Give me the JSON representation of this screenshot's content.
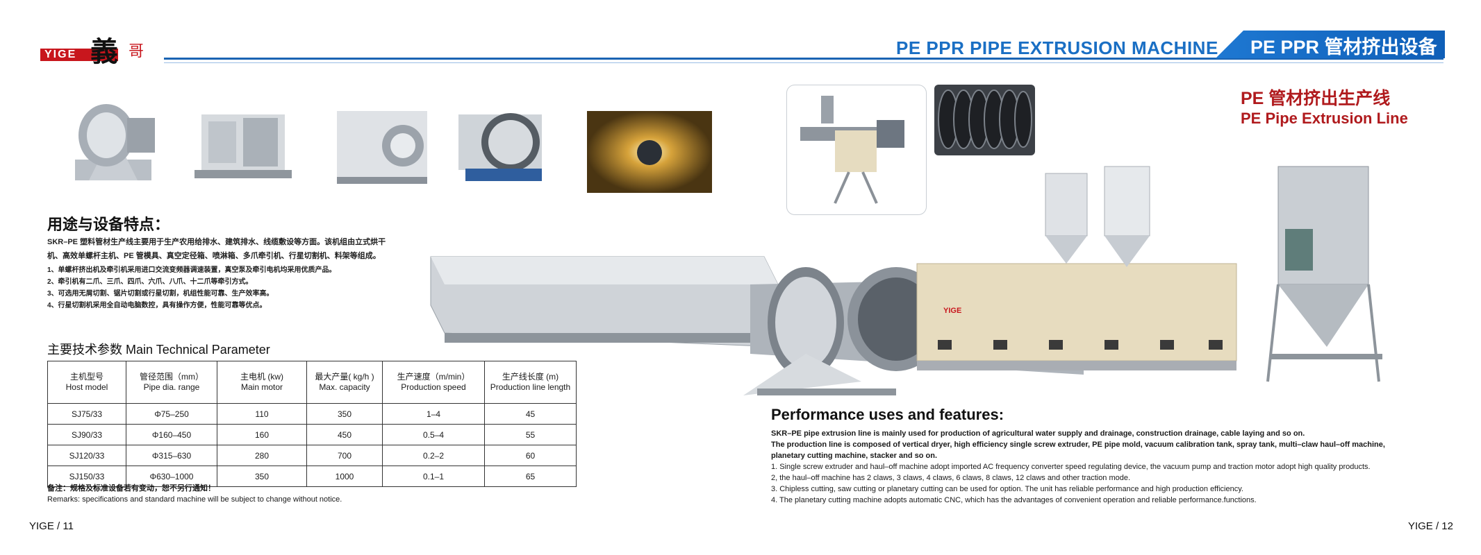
{
  "header": {
    "logo_text": "YIGE",
    "logo_callig": "義",
    "logo_callig2": "哥",
    "title_en": "PE PPR PIPE EXTRUSION MACHINE",
    "title_cn": "PE PPR 管材挤出设备"
  },
  "product": {
    "name_cn": "PE 管材挤出生产线",
    "name_en": "PE Pipe Extrusion Line",
    "machine_brand": "YIGE"
  },
  "features_cn": {
    "title": "用途与设备特点：",
    "para1": "SKR–PE 塑料管材生产线主要用于生产农用给排水、建筑排水、线缆敷设等方面。该机组由立式烘干",
    "para2": "机、高效单螺杆主机、PE 管模具、真空定径箱、喷淋箱、多爪牵引机、行星切割机、料架等组成。",
    "items": [
      "1、单螺杆挤出机及牵引机采用进口交流变频器调速装置，真空泵及牵引电机均采用优质产品。",
      "2、牵引机有二爪、三爪、四爪、六爪、八爪、十二爪等牵引方式。",
      "3、可选用无屑切割、锯片切割或行星切割，机组性能可靠、生产效率高。",
      "4、行星切割机采用全自动电脑数控，具有操作方便，性能可靠等优点。"
    ]
  },
  "params": {
    "title": "主要技术参数 Main Technical Parameter",
    "headers": [
      [
        "主机型号",
        "Host model"
      ],
      [
        "管径范围（mm）",
        "Pipe dia. range"
      ],
      [
        "主电机 (kw)",
        "Main motor"
      ],
      [
        "最大产量( kg/h )",
        "Max. capacity"
      ],
      [
        "生产速度（m/min）",
        "Production speed"
      ],
      [
        "生产线长度 (m)",
        "Production line length"
      ]
    ],
    "rows": [
      [
        "SJ75/33",
        "Φ75–250",
        "110",
        "350",
        "1–4",
        "45"
      ],
      [
        "SJ90/33",
        "Φ160–450",
        "160",
        "450",
        "0.5–4",
        "55"
      ],
      [
        "SJ120/33",
        "Φ315–630",
        "280",
        "700",
        "0.2–2",
        "60"
      ],
      [
        "SJ150/33",
        "Φ630–1000",
        "350",
        "1000",
        "0.1–1",
        "65"
      ]
    ],
    "note_cn": "备注：规格及标准设备若有变动，恕不另行通知！",
    "note_en": "Remarks: specifications and standard machine will be subject to change without notice."
  },
  "performance": {
    "title": "Performance uses and features:",
    "bold1": "SKR–PE pipe extrusion line is mainly used for production of agricultural water supply and drainage, construction drainage, cable laying and so on.",
    "bold2": "The production line is composed of vertical dryer, high efficiency single screw extruder, PE pipe mold, vacuum calibration tank, spray tank, multi–claw haul–off machine,",
    "bold3": "planetary cutting machine, stacker and so on.",
    "items": [
      "1. Single screw extruder and haul–off machine adopt imported AC frequency converter speed regulating device, the vacuum pump and traction motor adopt high quality products.",
      "2, the haul–off machine has 2 claws, 3 claws, 4 claws, 6 claws, 8 claws, 12 claws and other traction mode.",
      "3. Chipless cutting, saw cutting or planetary cutting can be used for option. The unit has reliable performance and high production efficiency.",
      "4. The planetary cutting machine adopts automatic CNC, which has the advantages of convenient operation and reliable performance.functions."
    ]
  },
  "pages": {
    "left": "YIGE / 11",
    "right": "YIGE / 12"
  }
}
